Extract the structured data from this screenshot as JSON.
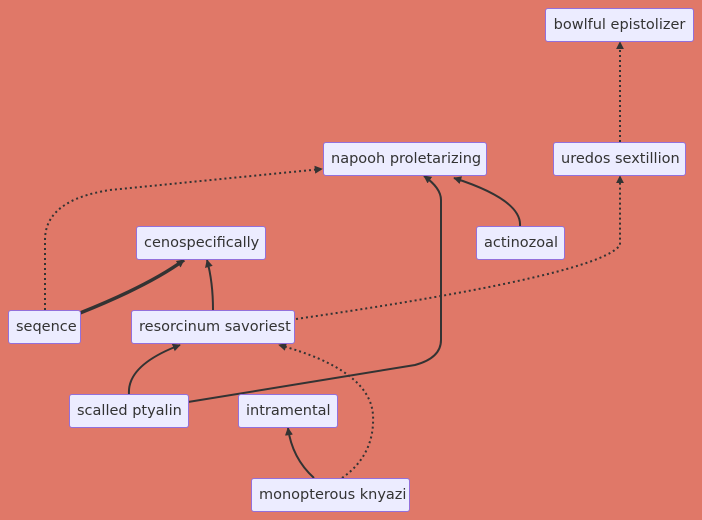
{
  "colors": {
    "background": "#e07868",
    "node_fill": "#ececff",
    "node_border": "#9370db",
    "edge": "#333333",
    "text": "#333333"
  },
  "nodes": {
    "bowlful": "bowlful epistolizer",
    "napooh": "napooh proletarizing",
    "uredos": "uredos sextillion",
    "cenospecifically": "cenospecifically",
    "actinozoal": "actinozoal",
    "seqence": "seqence",
    "resorcinum": "resorcinum savoriest",
    "scalled": "scalled ptyalin",
    "intramental": "intramental",
    "monopterous": "monopterous knyazi"
  },
  "edges": [
    {
      "from": "seqence",
      "to": "napooh",
      "style": "dotted"
    },
    {
      "from": "seqence",
      "to": "cenospecifically",
      "style": "thick"
    },
    {
      "from": "resorcinum",
      "to": "cenospecifically",
      "style": "solid"
    },
    {
      "from": "resorcinum",
      "to": "uredos",
      "style": "dotted"
    },
    {
      "from": "uredos",
      "to": "bowlful",
      "style": "dotted"
    },
    {
      "from": "actinozoal",
      "to": "napooh",
      "style": "solid"
    },
    {
      "from": "scalled",
      "to": "napooh",
      "style": "solid"
    },
    {
      "from": "scalled",
      "to": "resorcinum",
      "style": "solid"
    },
    {
      "from": "monopterous",
      "to": "intramental",
      "style": "solid"
    },
    {
      "from": "monopterous",
      "to": "resorcinum",
      "style": "dotted"
    }
  ]
}
